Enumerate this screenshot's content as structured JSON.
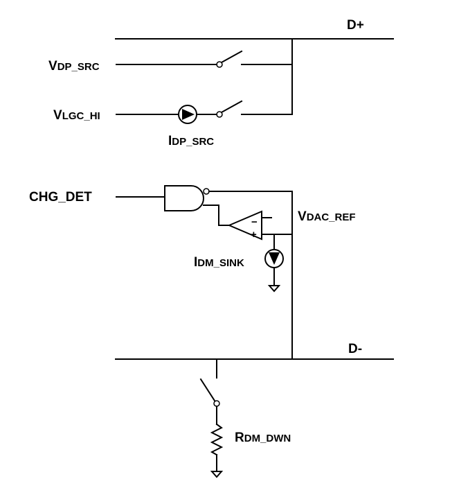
{
  "nets": {
    "dplus": "D+",
    "dminus": "D-"
  },
  "labels": {
    "vdp_src": {
      "main": "V",
      "sub": "DP_SRC"
    },
    "vlgc_hi": {
      "main": "V",
      "sub": "LGC_HI"
    },
    "idp_src": {
      "main": "I",
      "sub": "DP_SRC"
    },
    "chg_det": "CHG_DET",
    "vdac_ref": {
      "main": "V",
      "sub": "DAC_REF"
    },
    "idm_sink": {
      "main": "I",
      "sub": "DM_SINK"
    },
    "rdm_dwn": {
      "main": "R",
      "sub": "DM_DWN"
    }
  },
  "comparator": {
    "minus": "−",
    "plus": "+"
  }
}
